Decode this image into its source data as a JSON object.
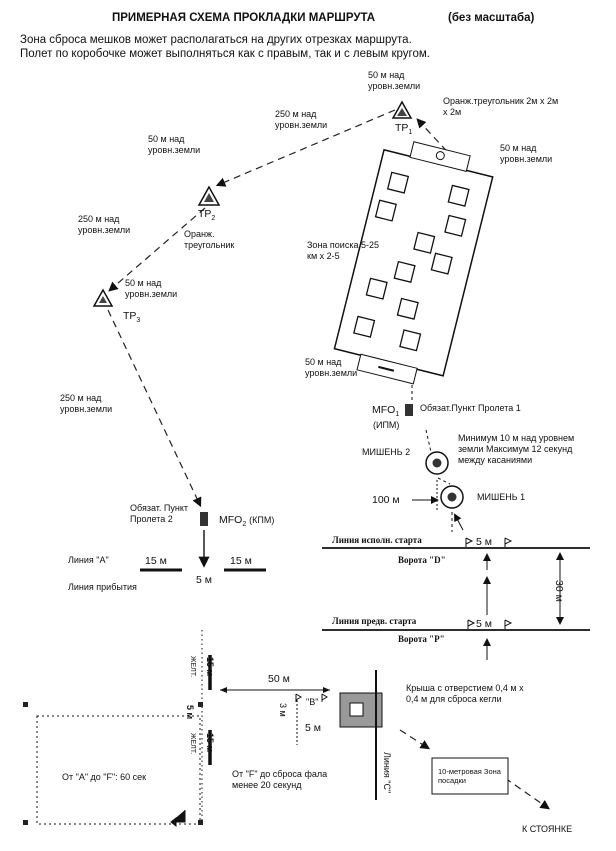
{
  "title": "ПРИМЕРНАЯ СХЕМА ПРОКЛАДКИ МАРШРУТА",
  "title_note": "(без масштаба)",
  "intro_line1": "Зона сброса мешков может располагаться  на других отрезках маршрута.",
  "intro_line2": "Полет по коробочке может выполняться как  с правым, так и с левым кругом.",
  "tp1": {
    "label": "TP",
    "sub": "1",
    "alt": "50 м над уровн.земли",
    "desc": "Оранж.треугольник 2м х 2м х 2м"
  },
  "tp2": {
    "label": "TP",
    "sub": "2",
    "alt": "50 м над уровн.земли",
    "desc": "Оранж. треугольник"
  },
  "tp3": {
    "label": "TP",
    "sub": "3",
    "alt": "50 м над уровн.земли"
  },
  "leg_tp1_tp2": "250 м над уровн.земли",
  "leg_tp2_tp3": "250 м над уровн.земли",
  "leg_tp3_mfo2": "250 м над уровн.земли",
  "search_zone": {
    "label": "Зона поиска 5-25  км х  2-5",
    "alt_top": "50 м над уровн.земли",
    "alt_bottom": "50 м над уровн.земли"
  },
  "mfo1": {
    "label": "MFO",
    "sub": "1",
    "paren": "(ИПМ)",
    "desc": "Обязат.Пункт Пролета 1"
  },
  "targets": {
    "target2": "МИШЕНЬ 2",
    "target1": "МИШЕНЬ 1",
    "note": "Минимум 10 м над уровнем земли Максимум 12 секунд между касаниями",
    "distance": "100 м"
  },
  "mfo2": {
    "label": "MFO",
    "sub": "2",
    "paren": "(КПМ)",
    "desc": "Обязат. Пункт Пролета 2"
  },
  "line_a": {
    "label": "Линия \"А\"",
    "left": "15 м",
    "right": "15 м",
    "gap": "5 м",
    "arrival": "Линия прибытия"
  },
  "start_lines": {
    "exec_line": "Линия исполн. старта",
    "gate_d": "Ворота  \"D\"",
    "pre_line": "Линия предв. старта",
    "gate_p": "Ворота  \"P\"",
    "gap1": "5 м",
    "gap2": "5 м",
    "distance": "30 м"
  },
  "landing": {
    "dist_50": "50 м",
    "seg1": "15 м",
    "seg_gap": "5 м",
    "seg2": "15 м",
    "marker_a": "ЖЕЛТ.",
    "marker_b": "ЖЕЛТ.",
    "gate_b": "\"B\"",
    "dim_3": "3 м",
    "dim_5": "5 м",
    "line_c": "Линия  \"С\"",
    "roof": "Крыша с отверстием 0,4 м х 0,4 м для сброса кегли",
    "time_af": "От \"А\" до \"F\": 60 сек",
    "time_f": "От \"F\" до сброса фала менее 20 секунд",
    "zone10": "10-метровая Зона посадки",
    "parking": "К СТОЯНКЕ"
  }
}
